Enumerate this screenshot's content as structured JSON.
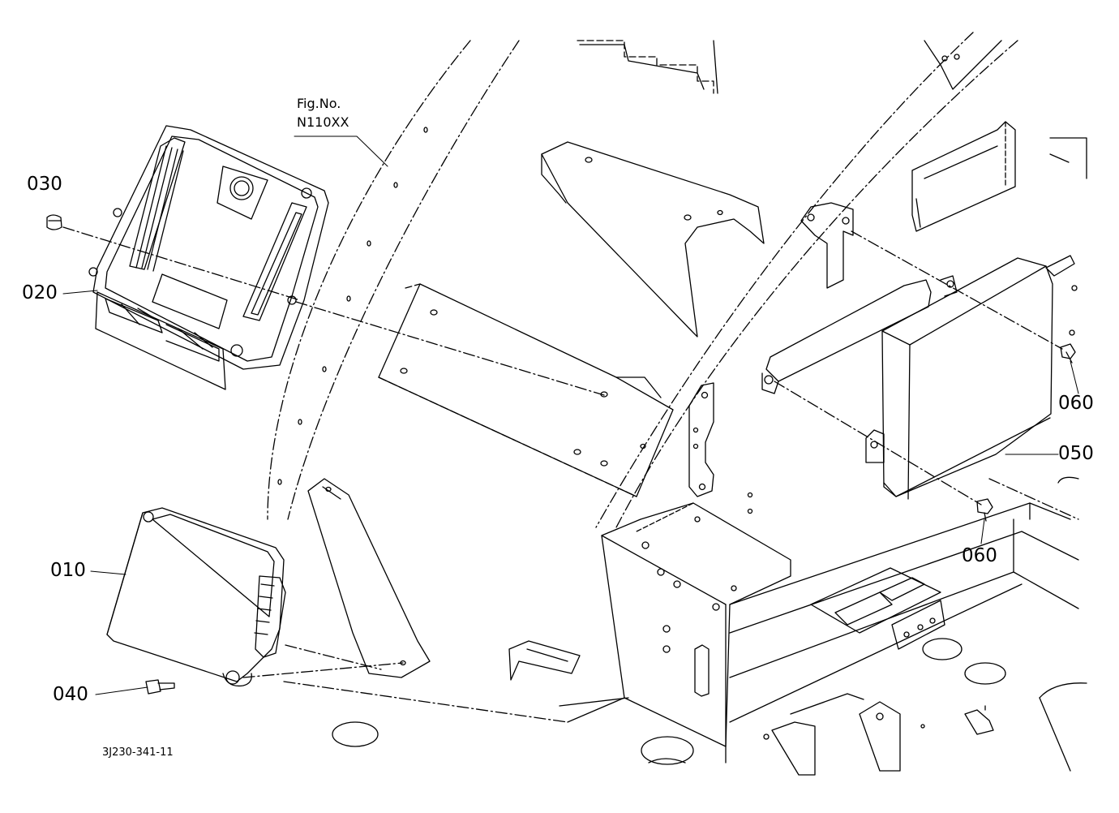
{
  "figure_ref": {
    "line1": "Fig.No.",
    "line2": "N110XX"
  },
  "callouts": {
    "c030": "030",
    "c020": "020",
    "c010": "010",
    "c040": "040",
    "c060a": "060",
    "c050": "050",
    "c060b": "060"
  },
  "drawing_code": "3J230-341-11"
}
